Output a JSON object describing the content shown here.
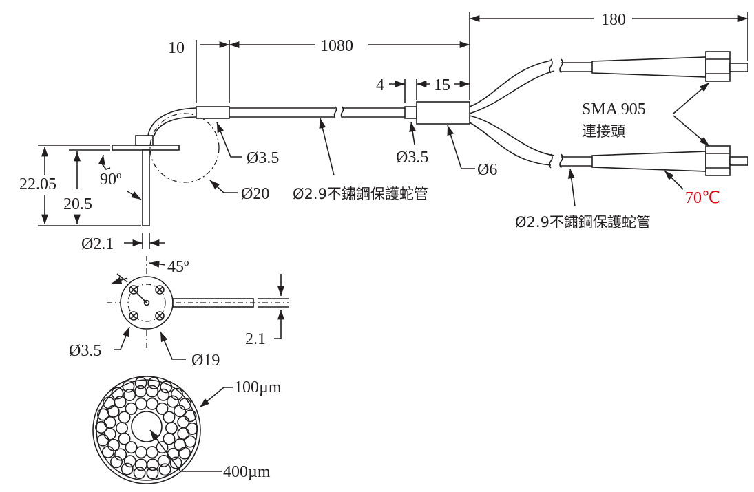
{
  "title": "Fiber optic probe dimension drawing",
  "dimensions": {
    "d180": "180",
    "d1080": "1080",
    "d10": "10",
    "d4": "4",
    "d15": "15",
    "d22_05": "22.05",
    "d20_5": "20.5",
    "angle90": "90º",
    "dia2_1": "Ø2.1",
    "dia3_5_sleeve": "Ø3.5",
    "dia20": "Ø20",
    "dia3_5_small": "Ø3.5",
    "dia6": "Ø6",
    "angle45": "45º",
    "dia3_5_front": "Ø3.5",
    "dia19": "Ø19",
    "w2_1": "2.1",
    "fiber100": "100µm",
    "core400": "400µm"
  },
  "labels": {
    "tube1": "Ø2.9不鏽鋼保護蛇管",
    "tube2": "Ø2.9不鏽鋼保護蛇管",
    "connector_line1": "SMA 905",
    "connector_line2": "連接頭",
    "temp": "70℃"
  },
  "colors": {
    "ink": "#231f20",
    "temp": "#e60012"
  }
}
